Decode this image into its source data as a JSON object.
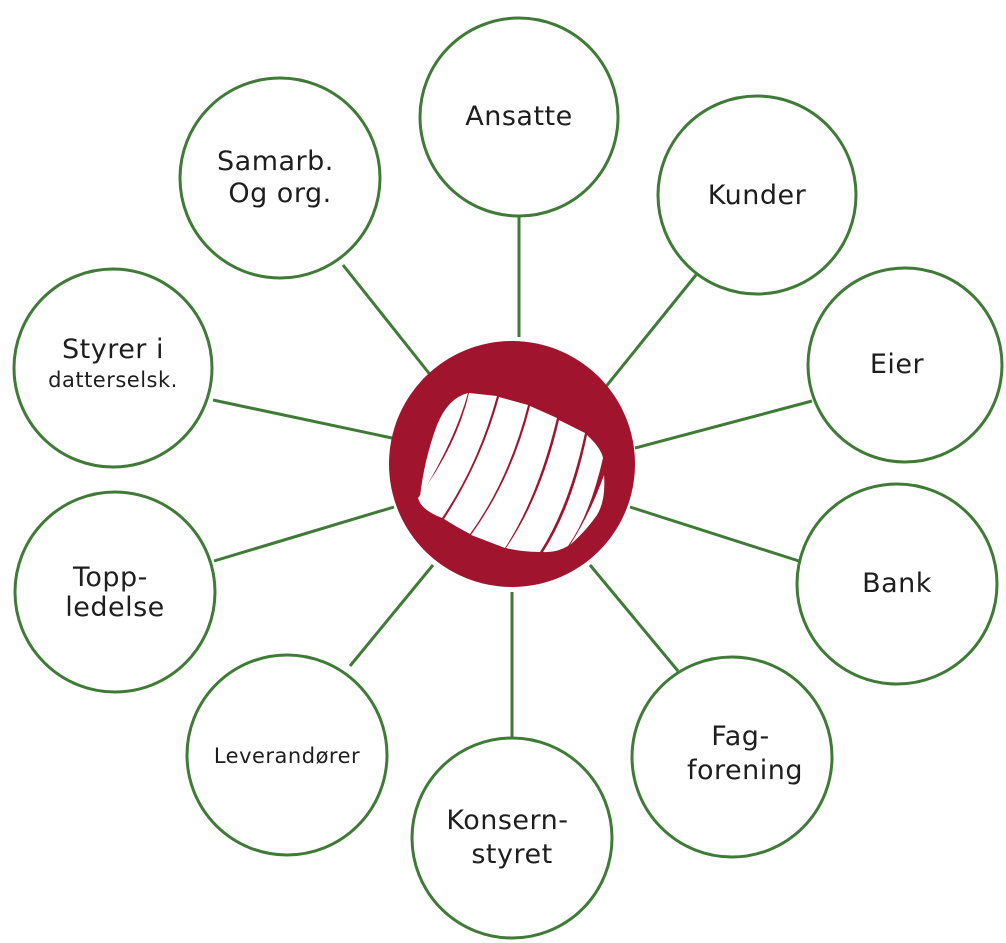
{
  "diagram": {
    "colors": {
      "line": "#3f7a37",
      "center": "#a0142d",
      "text": "#1e1e1e"
    },
    "center": {
      "icon": "striped-logo-icon"
    },
    "nodes": [
      {
        "id": "ansatte",
        "lines": [
          "Ansatte"
        ]
      },
      {
        "id": "kunder",
        "lines": [
          "Kunder"
        ]
      },
      {
        "id": "eier",
        "lines": [
          "Eier"
        ]
      },
      {
        "id": "bank",
        "lines": [
          "Bank"
        ]
      },
      {
        "id": "fagforening",
        "lines": [
          "Fag-",
          "forening"
        ]
      },
      {
        "id": "konsernstyret",
        "lines": [
          "Konsern-",
          "styret"
        ]
      },
      {
        "id": "leverandorer",
        "lines": [
          "Leverandører"
        ]
      },
      {
        "id": "toppledelse",
        "lines": [
          "Topp-",
          "ledelse"
        ]
      },
      {
        "id": "styrer",
        "lines": [
          "Styrer i",
          "datterselsk."
        ]
      },
      {
        "id": "samarb",
        "lines": [
          "Samarb.",
          "Og org."
        ]
      }
    ]
  }
}
